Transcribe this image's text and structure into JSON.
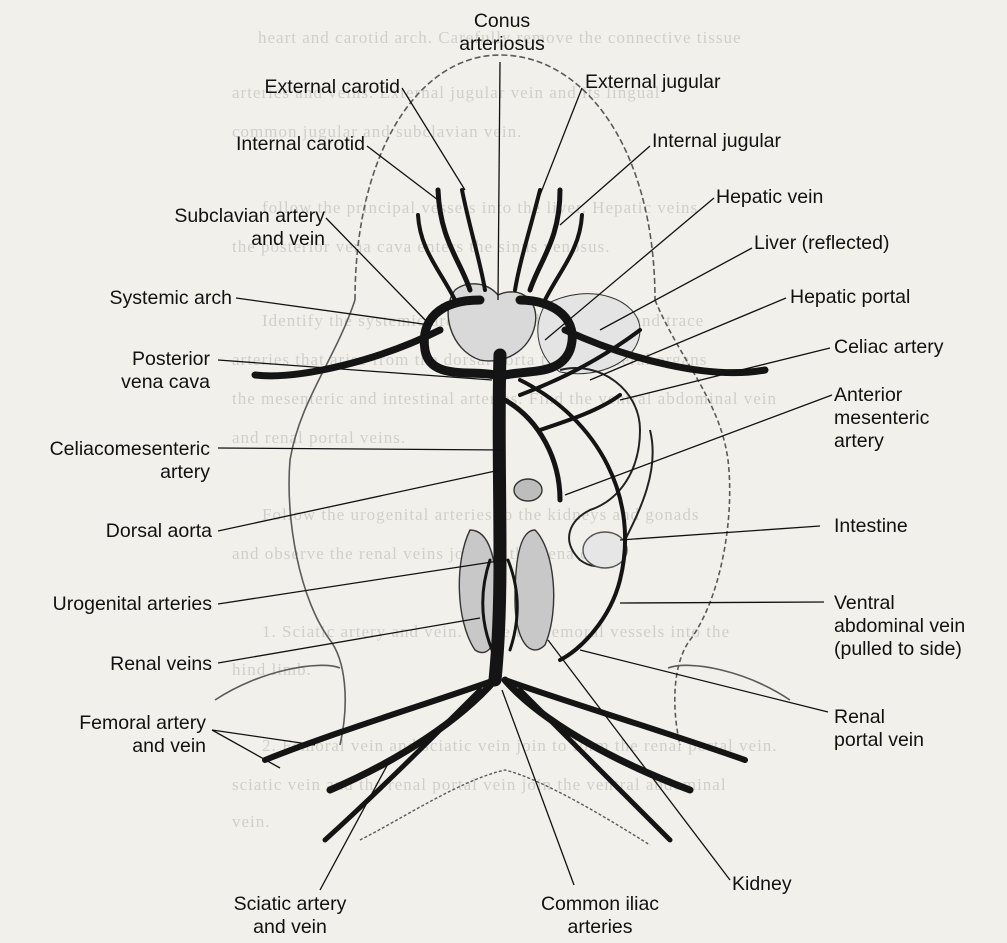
{
  "background_text": [
    "heart and carotid arch. Carefully remove the connective tissue",
    "arteries and veins. External jugular vein and its lingual",
    "common jugular and subclavian vein.",
    "follow the principal vessels into the liver. Hepatic veins",
    "the posterior vena cava enters the sinus venosus.",
    "Identify the systemic arch and the dorsal aorta, and trace",
    "arteries that arise from the dorsal aorta to the visceral organs",
    "the mesenteric and intestinal arteries. Find the ventral abdominal vein",
    "and renal portal veins.",
    "Follow the urogenital arteries to the kidneys and gonads",
    "and observe the renal veins joining the vena cava.",
    "1. Sciatic artery and vein. Trace the femoral vessels into the",
    "hind limb.",
    "2. Femoral vein and sciatic vein join to form the renal portal vein.",
    "sciatic vein and the renal portal vein join the ventral abdominal",
    "vein."
  ],
  "labels": {
    "conus_arteriosus": [
      "Conus",
      "arteriosus"
    ],
    "external_carotid": [
      "External carotid"
    ],
    "external_jugular": [
      "External jugular"
    ],
    "internal_carotid": [
      "Internal carotid"
    ],
    "internal_jugular": [
      "Internal jugular"
    ],
    "hepatic_vein": [
      "Hepatic vein"
    ],
    "subclavian": [
      "Subclavian artery",
      "and vein"
    ],
    "liver": [
      "Liver (reflected)"
    ],
    "systemic_arch": [
      "Systemic arch"
    ],
    "hepatic_portal": [
      "Hepatic portal"
    ],
    "posterior_vena_cava": [
      "Posterior",
      "vena cava"
    ],
    "celiac_artery": [
      "Celiac artery"
    ],
    "anterior_mesenteric": [
      "Anterior",
      "mesenteric",
      "artery"
    ],
    "celiacomesenteric": [
      "Celiacomesenteric",
      "artery"
    ],
    "dorsal_aorta": [
      "Dorsal aorta"
    ],
    "intestine": [
      "Intestine"
    ],
    "urogenital_arteries": [
      "Urogenital arteries"
    ],
    "ventral_abdominal_vein": [
      "Ventral",
      "abdominal vein",
      "(pulled to side)"
    ],
    "renal_veins": [
      "Renal veins"
    ],
    "femoral": [
      "Femoral artery",
      "and vein"
    ],
    "renal_portal_vein": [
      "Renal",
      "portal vein"
    ],
    "kidney": [
      "Kidney"
    ],
    "sciatic": [
      "Sciatic artery",
      "and vein"
    ],
    "common_iliac": [
      "Common iliac",
      "arteries"
    ]
  },
  "colors": {
    "paper": "#f1f0ea",
    "vessel": "#141414",
    "outline": "#5a5a5a",
    "organ_fill": "#cfcfcf"
  }
}
